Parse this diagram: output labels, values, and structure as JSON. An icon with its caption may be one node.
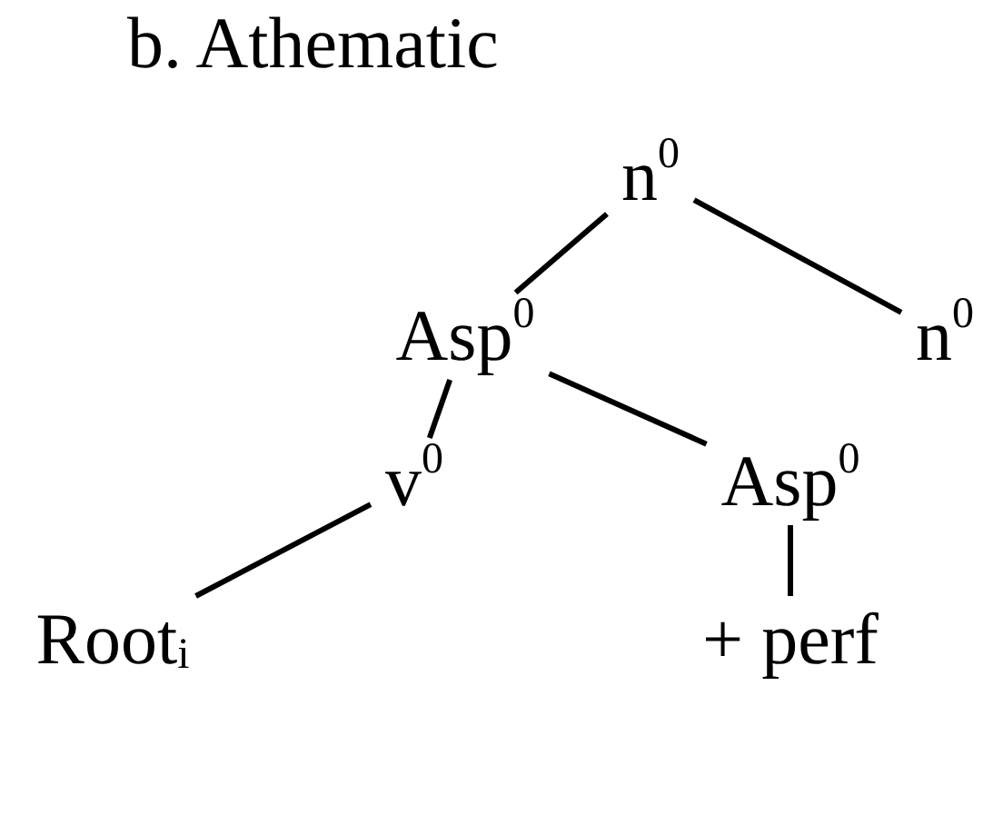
{
  "diagram": {
    "title": "b. Athematic",
    "nodes": [
      {
        "text": [
          "n$^{0}$"
        ]
      },
      {
        "text": [
          "Asp$^{0}$"
        ]
      },
      {
        "text": [
          "n$^{0}$"
        ]
      },
      {
        "text": [
          "v$^{0}$"
        ]
      },
      {
        "text": [
          "Asp$^{0}$"
        ]
      },
      {
        "text": [
          "Root$_{i}$"
        ]
      },
      {
        "text": [
          "+ perf"
        ]
      }
    ],
    "edges": [
      {
        "from": 0,
        "to": 1,
        "arrow": "none"
      },
      {
        "from": 0,
        "to": 2,
        "arrow": "none"
      },
      {
        "from": 1,
        "to": 3,
        "arrow": "none"
      },
      {
        "from": 1,
        "to": 4,
        "arrow": "none"
      },
      {
        "from": 3,
        "to": 5,
        "arrow": "none"
      },
      {
        "from": 4,
        "to": 6,
        "arrow": "none"
      }
    ]
  }
}
